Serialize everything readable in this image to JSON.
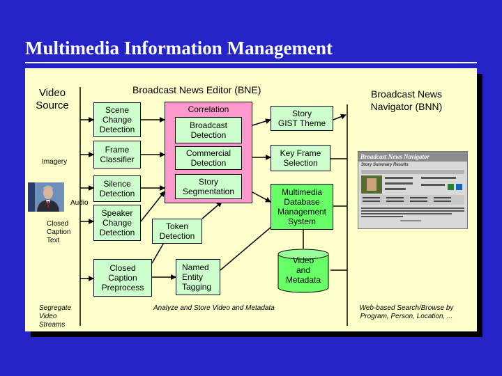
{
  "title": "Multimedia Information Management",
  "left": {
    "video_source": "Video\nSource",
    "imagery": "Imagery",
    "audio": "Audio",
    "closed_caption_text": "Closed\nCaption\nText",
    "segregate": "Segregate\nVideo\nStreams"
  },
  "bne": {
    "title": "Broadcast News Editor (BNE)",
    "scene_change": "Scene\nChange\nDetection",
    "frame_classifier": "Frame\nClassifier",
    "silence_detection": "Silence\nDetection",
    "speaker_change": "Speaker\nChange\nDetection",
    "closed_caption_preprocess": "Closed\nCaption\nPreprocess",
    "correlation": "Correlation",
    "broadcast_detection": "Broadcast\nDetection",
    "commercial_detection": "Commercial\nDetection",
    "story_segmentation": "Story\nSegmentation",
    "token_detection": "Token\nDetection",
    "named_entity_tagging": "Named\nEntity\nTagging",
    "story_gist_theme": "Story\nGIST Theme",
    "key_frame_selection": "Key Frame\nSelection",
    "mmdb": "Multimedia\nDatabase\nManagement\nSystem",
    "video_metadata": "Video\nand\nMetadata",
    "analyze_store": "Analyze and Store Video and Metadata"
  },
  "bnn": {
    "title": "Broadcast News\nNavigator (BNN)",
    "screenshot_header": "Broadcast News Navigator",
    "screenshot_subheader": "Story Summary Results",
    "caption": "Web-based Search/Browse by\nProgram, Person, Location, ..."
  },
  "colors": {
    "background": "#2323c8",
    "panel": "#ffffcc",
    "box_light": "#ccffcc",
    "box_pink": "#ff99cc",
    "box_green": "#66ff66"
  }
}
